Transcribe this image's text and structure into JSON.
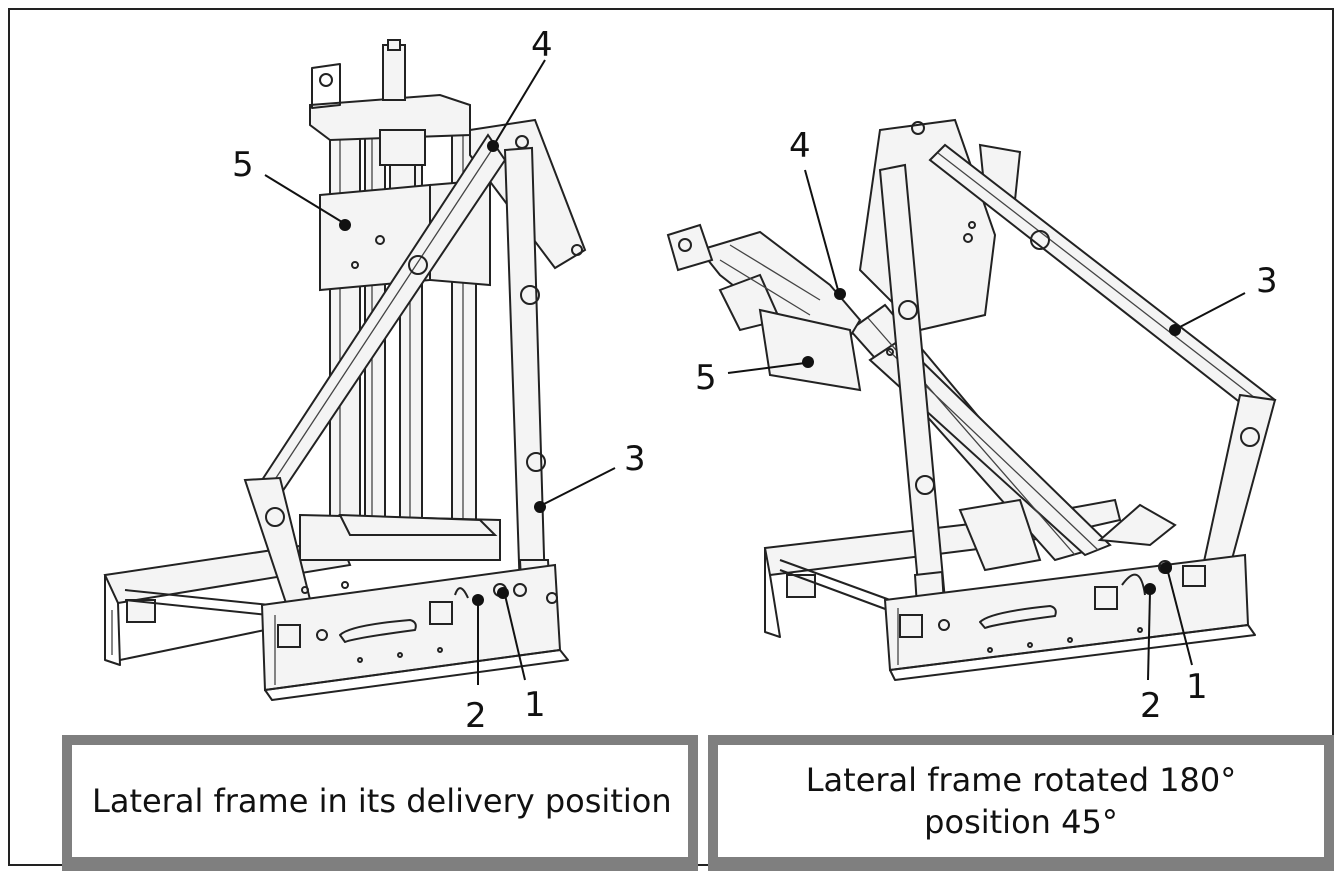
{
  "left_view": {
    "caption": "Lateral frame in its delivery position",
    "callouts": {
      "c1": "1",
      "c2": "2",
      "c3": "3",
      "c4": "4",
      "c5": "5"
    }
  },
  "right_view": {
    "caption_line1": "Lateral frame rotated 180°",
    "caption_line2": "position 45°",
    "callouts": {
      "c1": "1",
      "c2": "2",
      "c3": "3",
      "c4": "4",
      "c5": "5"
    }
  }
}
